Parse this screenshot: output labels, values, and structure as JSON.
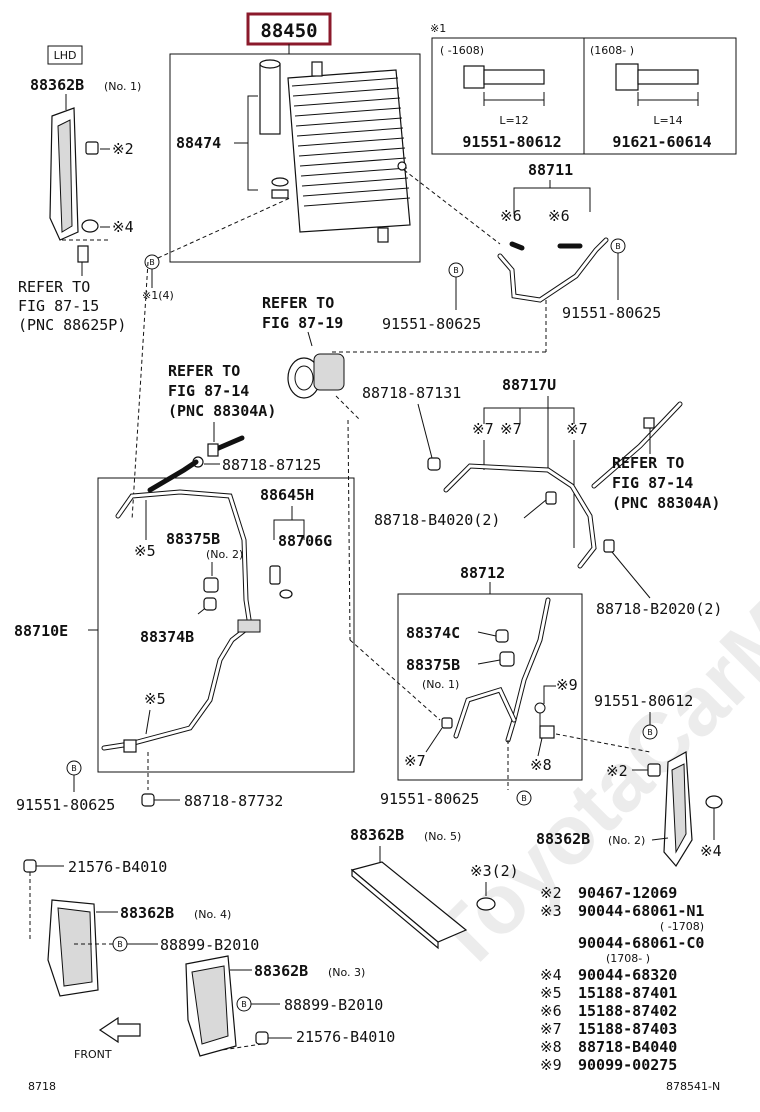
{
  "diagram": {
    "highlight_part": "88450",
    "side_tag": "LHD",
    "fig_number": "8718",
    "illustration_id": "878541-N",
    "watermark": "ToyotaCarMine.ru",
    "front_label": "FRONT",
    "circle_b": "B"
  },
  "bolt_note": {
    "note_mark": "※1",
    "left_range": "(   -1608)",
    "right_range": "(1608-    )",
    "left_length": "L=12",
    "right_length": "L=14",
    "left_part": "91551-80612",
    "right_part": "91621-60614"
  },
  "labels": {
    "p88362B_no1": "88362B",
    "no1": "(No. 1)",
    "refer_15_a": "REFER TO",
    "refer_15_b": "FIG 87-15",
    "refer_15_c": "(PNC 88625P)",
    "mark2_left": "※2",
    "mark4_left": "※4",
    "p88474": "88474",
    "mark1_4": "※1(4)",
    "p88711": "88711",
    "mark6_a": "※6",
    "mark6_b": "※6",
    "p91551_80625_a": "91551-80625",
    "p91551_80625_b": "91551-80625",
    "refer_19_a": "REFER TO",
    "refer_19_b": "FIG 87-19",
    "refer_14a_a": "REFER TO",
    "refer_14a_b": "FIG 87-14",
    "refer_14a_c": "(PNC 88304A)",
    "p88718_87131": "88718-87131",
    "p88717U": "88717U",
    "mark7_a": "※7",
    "mark7_b": "※7",
    "mark7_c": "※7",
    "refer_14b_a": "REFER TO",
    "refer_14b_b": "FIG 87-14",
    "refer_14b_c": "(PNC 88304A)",
    "p88718_87125": "88718-87125",
    "p88645H": "88645H",
    "p88375B": "88375B",
    "no2_a": "(No. 2)",
    "p88706G": "88706G",
    "mark5_a": "※5",
    "p88374B": "88374B",
    "p88718_B4020": "88718-B4020(2)",
    "p88710E": "88710E",
    "p88712": "88712",
    "p88718_B2020": "88718-B2020(2)",
    "p88374C": "88374C",
    "p88375B_b": "88375B",
    "no1_b": "(No. 1)",
    "mark9": "※9",
    "p91551_80612": "91551-80612",
    "mark5_b": "※5",
    "mark7_d": "※7",
    "mark8": "※8",
    "mark2_right": "※2",
    "p91551_80625_c": "91551-80625",
    "p88718_87732": "88718-87732",
    "p91551_80625_d": "91551-80625",
    "p88362B_no5": "88362B",
    "no5": "(No. 5)",
    "p88362B_no2": "88362B",
    "no2_b": "(No. 2)",
    "mark4_right": "※4",
    "p21576_B4010_a": "21576-B4010",
    "mark3_2": "※3(2)",
    "p88362B_no4": "88362B",
    "no4": "(No. 4)",
    "p88899_B2010_a": "88899-B2010",
    "p88362B_no3": "88362B",
    "no3": "(No. 3)",
    "p88899_B2010_b": "88899-B2010",
    "p21576_B4010_b": "21576-B4010"
  },
  "legend": [
    {
      "mark": "※2",
      "part": "90467-12069"
    },
    {
      "mark": "※3",
      "part": "90044-68061-N1"
    },
    {
      "mark": "",
      "part": "(    -1708)"
    },
    {
      "mark": "",
      "part": "90044-68061-C0"
    },
    {
      "mark": "",
      "part": "(1708-    )"
    },
    {
      "mark": "※4",
      "part": "90044-68320"
    },
    {
      "mark": "※5",
      "part": "15188-87401"
    },
    {
      "mark": "※6",
      "part": "15188-87402"
    },
    {
      "mark": "※7",
      "part": "15188-87403"
    },
    {
      "mark": "※8",
      "part": "88718-B4040"
    },
    {
      "mark": "※9",
      "part": "90099-00275"
    }
  ]
}
